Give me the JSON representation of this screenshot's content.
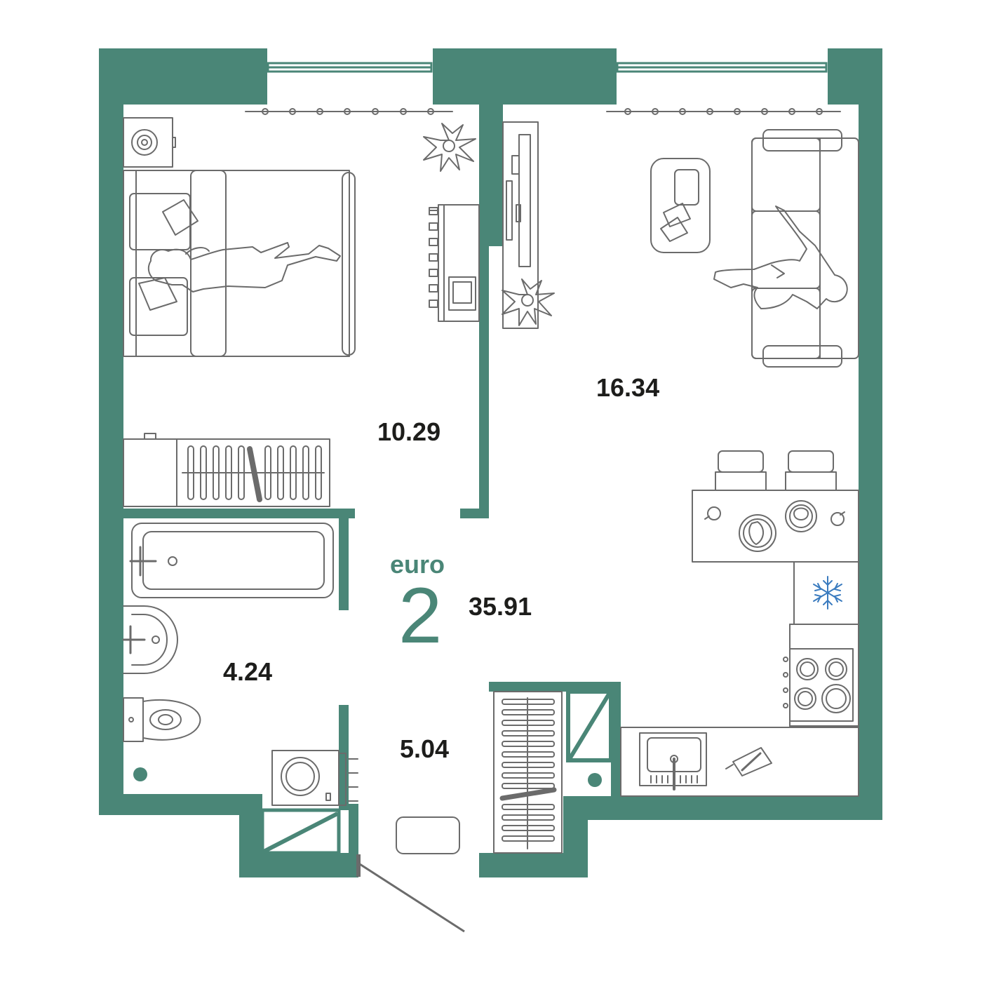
{
  "plan": {
    "layout_type": "euro",
    "rooms_count": "2",
    "total_area": "35.91",
    "areas": {
      "bedroom": "10.29",
      "living_kitchen": "16.34",
      "bathroom": "4.24",
      "hallway": "5.04"
    },
    "colors": {
      "wall": "#4a8677",
      "furniture_line": "#6b6b6b",
      "freezer_icon": "#3a7bbf",
      "text": "#1d1d1b"
    }
  }
}
